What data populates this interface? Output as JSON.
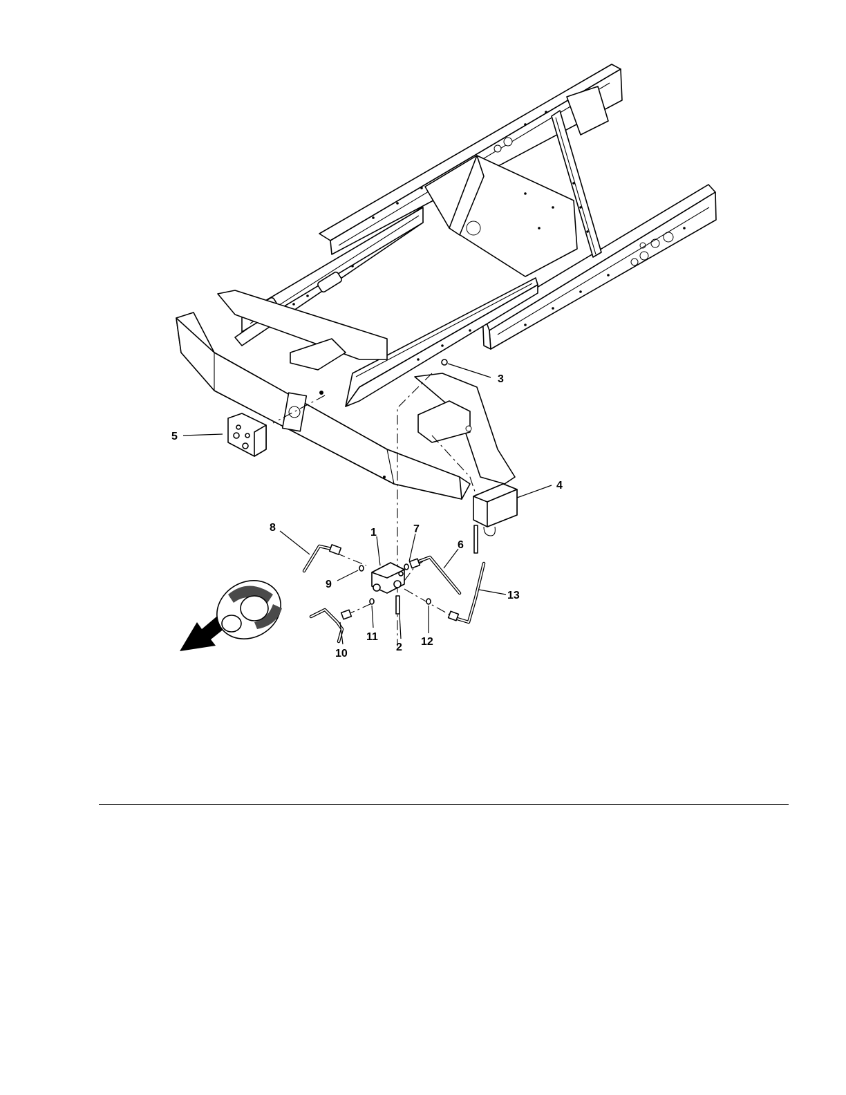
{
  "figure": {
    "callouts": [
      {
        "id": "1",
        "label": "1"
      },
      {
        "id": "2",
        "label": "2"
      },
      {
        "id": "3",
        "label": "3"
      },
      {
        "id": "4",
        "label": "4"
      },
      {
        "id": "5",
        "label": "5"
      },
      {
        "id": "6",
        "label": "6"
      },
      {
        "id": "7",
        "label": "7"
      },
      {
        "id": "8",
        "label": "8"
      },
      {
        "id": "9",
        "label": "9"
      },
      {
        "id": "10",
        "label": "10"
      },
      {
        "id": "11",
        "label": "11"
      },
      {
        "id": "12",
        "label": "12"
      },
      {
        "id": "13",
        "label": "13"
      }
    ],
    "colors": {
      "line": "#000000",
      "fill": "#ffffff",
      "shade": "#4a4a4a"
    }
  }
}
